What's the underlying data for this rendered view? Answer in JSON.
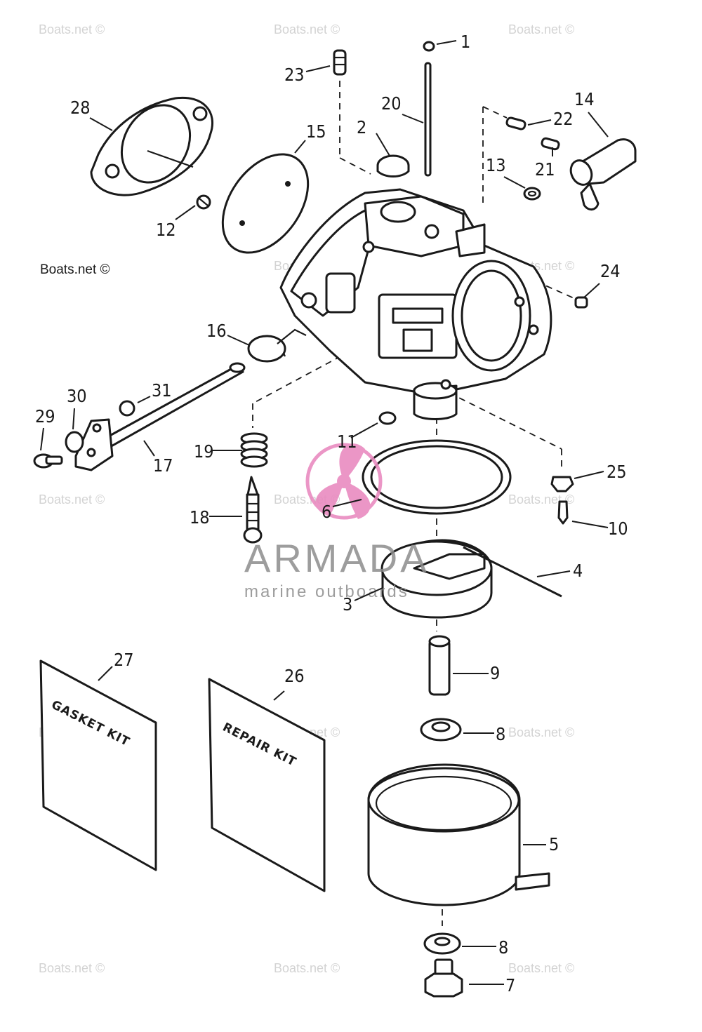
{
  "watermark": {
    "text": "Boats.net ©"
  },
  "brand": {
    "name": "ARMADA",
    "tagline": "marine outboards",
    "logo_color": "#e98bc0"
  },
  "kits": {
    "gasket": "GASKET KIT",
    "repair": "REPAIR KIT"
  },
  "callouts": [
    "1",
    "2",
    "3",
    "4",
    "5",
    "6",
    "7",
    "8",
    "8",
    "9",
    "10",
    "11",
    "12",
    "13",
    "14",
    "15",
    "16",
    "17",
    "18",
    "19",
    "20",
    "21",
    "22",
    "23",
    "24",
    "25",
    "26",
    "27",
    "28",
    "29",
    "30",
    "31"
  ]
}
